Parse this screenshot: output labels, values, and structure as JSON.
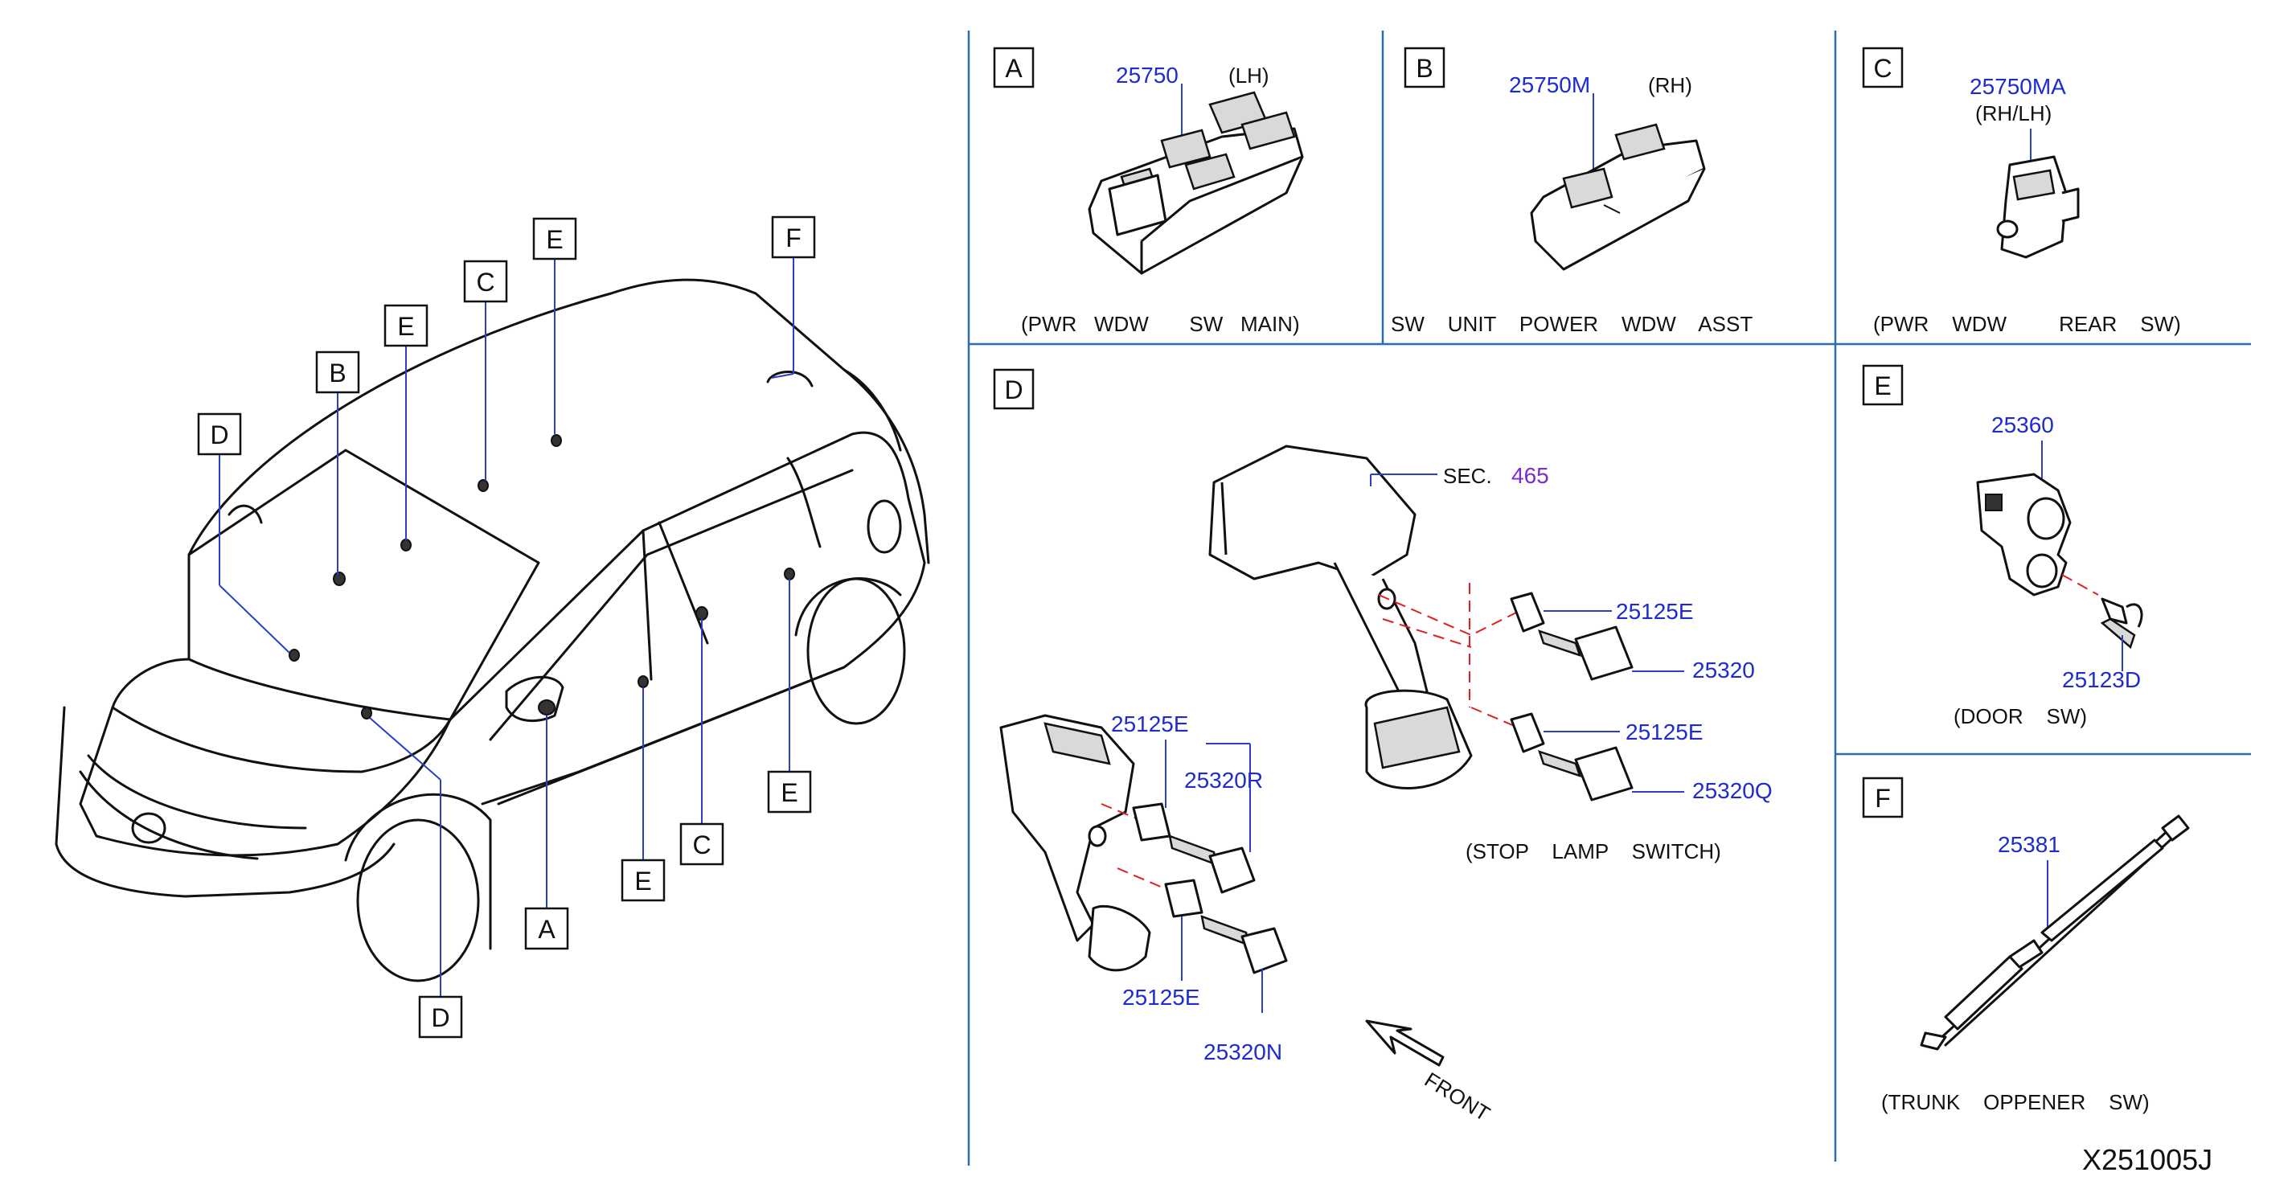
{
  "diagram_code": "X251005J",
  "car_callouts": [
    "A",
    "B",
    "C",
    "C",
    "D",
    "D",
    "E",
    "E",
    "E",
    "E",
    "F"
  ],
  "panel_A": {
    "letter": "A",
    "part_no": "25750",
    "side": "(LH)",
    "caption": "(PWR   WDW       SW   MAIN)"
  },
  "panel_B": {
    "letter": "B",
    "part_no": "25750M",
    "side": "(RH)",
    "caption": "SW    UNIT    POWER    WDW    ASST"
  },
  "panel_C": {
    "letter": "C",
    "part_no": "25750MA",
    "side": "(RH/LH)",
    "caption": "(PWR    WDW         REAR    SW)"
  },
  "panel_D": {
    "letter": "D",
    "sec_label": "SEC.",
    "sec_no": "465",
    "parts": [
      "25125E",
      "25320",
      "25125E",
      "25320Q",
      "25125E",
      "25320R",
      "25125E",
      "25320N"
    ],
    "caption": "(STOP    LAMP    SWITCH)",
    "front_label": "FRONT"
  },
  "panel_E": {
    "letter": "E",
    "part_no": "25360",
    "screw_no": "25123D",
    "caption": "(DOOR    SW)"
  },
  "panel_F": {
    "letter": "F",
    "part_no": "25381",
    "caption": "(TRUNK    OPPENER    SW)"
  }
}
